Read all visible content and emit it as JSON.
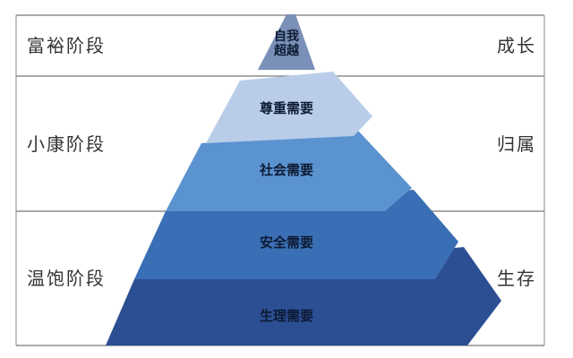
{
  "stages": [
    {
      "name": "富裕阶段",
      "outcome": "成长"
    },
    {
      "name": "小康阶段",
      "outcome": "归属"
    },
    {
      "name": "温饱阶段",
      "outcome": "生存"
    }
  ],
  "layers": [
    {
      "line1": "自我",
      "line2": "超越",
      "color": "#7a90b8"
    },
    {
      "label": "尊重需要",
      "color": "#b9cde9"
    },
    {
      "label": "社会需要",
      "color": "#5b93d0"
    },
    {
      "label": "安全需要",
      "color": "#3b6fb5"
    },
    {
      "label": "生理需要",
      "color": "#2c4f94"
    }
  ],
  "colors": {
    "frame": "#777777",
    "text": "#0d1a33"
  }
}
